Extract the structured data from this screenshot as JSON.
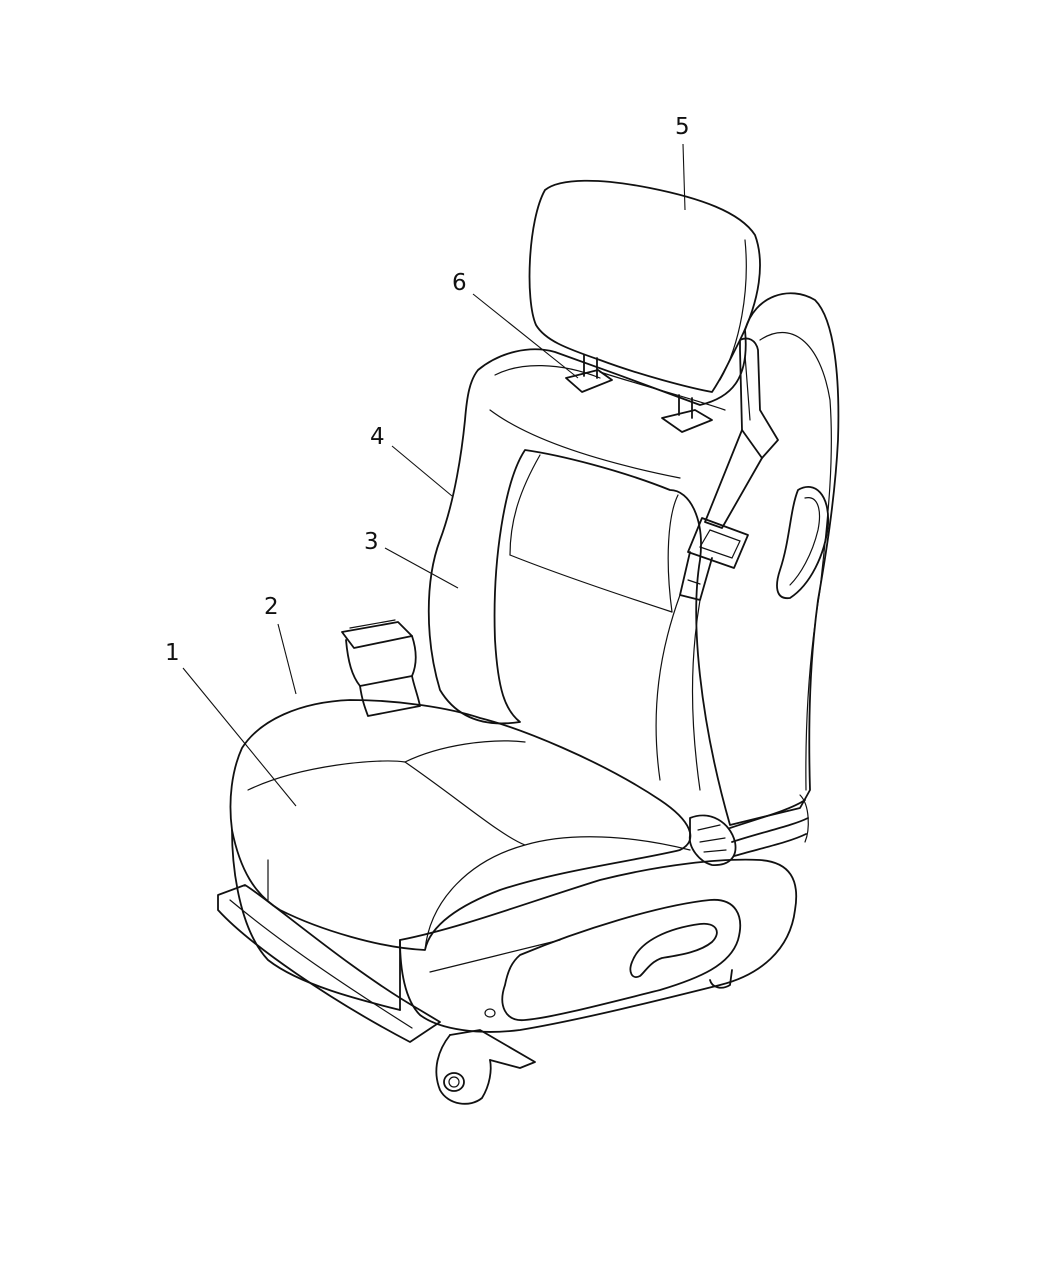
{
  "diagram": {
    "callouts": [
      {
        "id": "1",
        "label": "1"
      },
      {
        "id": "2",
        "label": "2"
      },
      {
        "id": "3",
        "label": "3"
      },
      {
        "id": "4",
        "label": "4"
      },
      {
        "id": "5",
        "label": "5"
      },
      {
        "id": "6",
        "label": "6"
      }
    ]
  },
  "colors": {
    "line": "#111111",
    "background": "#ffffff"
  }
}
